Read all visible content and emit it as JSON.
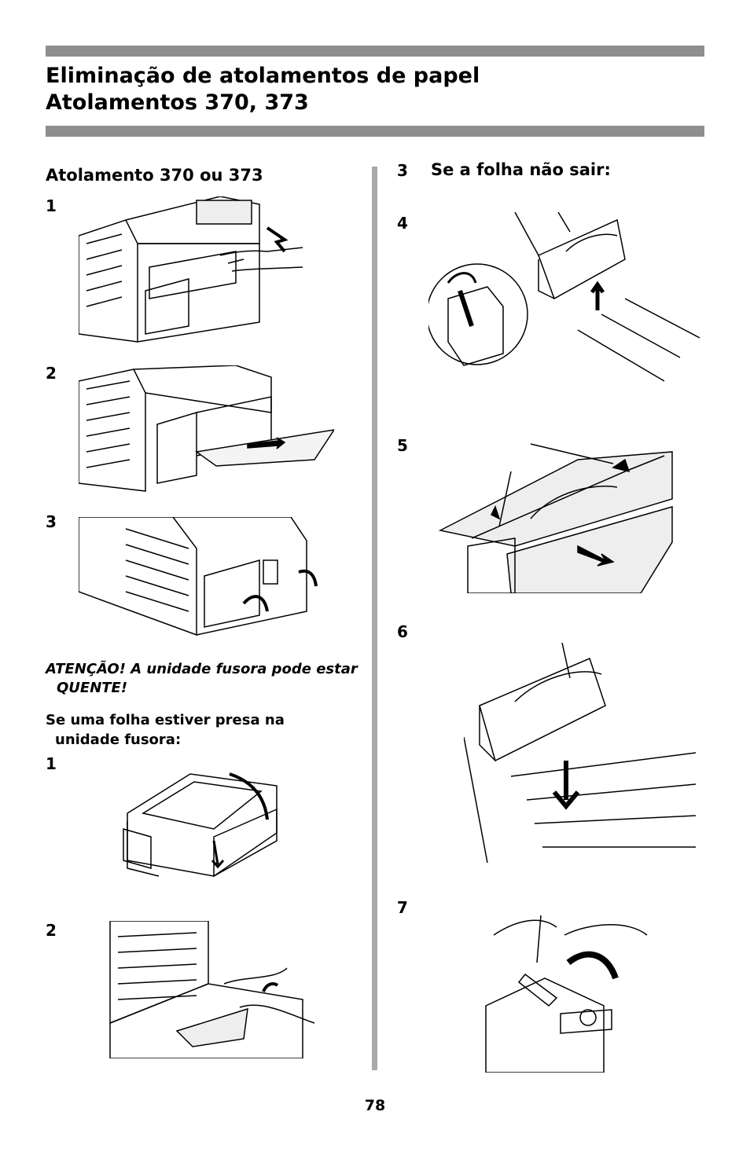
{
  "header": {
    "title_line1": "Eliminação de atolamentos de papel",
    "title_line2": "Atolamentos 370, 373"
  },
  "left_column": {
    "section_heading": "Atolamento 370 ou 373",
    "steps_a": [
      {
        "number": "1",
        "illustration": "printer-rear-open-cover"
      },
      {
        "number": "2",
        "illustration": "printer-pull-sheet-out"
      },
      {
        "number": "3",
        "illustration": "printer-close-rear-cover"
      }
    ],
    "warning": "ATENÇÃO! A unidade fusora pode estar QUENTE!",
    "subheading": "Se uma folha estiver presa na unidade fusora:",
    "steps_b": [
      {
        "number": "1",
        "illustration": "printer-open-top-cover"
      },
      {
        "number": "2",
        "illustration": "printer-remove-sheet-inside"
      }
    ]
  },
  "right_column": {
    "step3_number": "3",
    "step3_text": "Se a folha não sair:",
    "steps": [
      {
        "number": "4",
        "illustration": "fuser-lever-lift-out"
      },
      {
        "number": "5",
        "illustration": "fuser-release-levers-pull-sheet"
      },
      {
        "number": "6",
        "illustration": "fuser-insert-back"
      },
      {
        "number": "7",
        "illustration": "fuser-lock-lever"
      }
    ]
  },
  "footer": {
    "page_number": "78"
  }
}
